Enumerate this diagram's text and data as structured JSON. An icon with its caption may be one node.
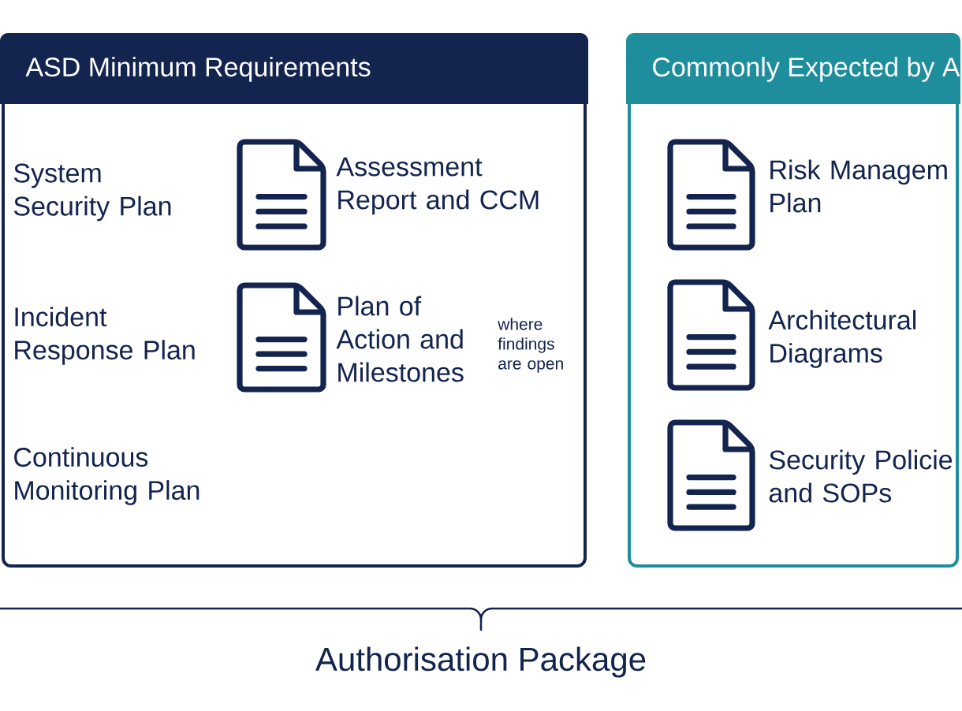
{
  "diagram": {
    "nodes": [
      {
        "text": [
          "ASD Minimum Requirements"
        ]
      },
      {
        "text": [
          "System Security Plan"
        ],
        "in": 0
      },
      {
        "text": [
          "Assessment Report and CCM"
        ],
        "in": 0
      },
      {
        "text": [
          "Incident Response Plan"
        ],
        "in": 0
      },
      {
        "text": [
          "Plan of Action and Milestones"
        ],
        "in": 0,
        "beside": [
          "where findings are open"
        ]
      },
      {
        "text": [
          "Continuous Monitoring Plan"
        ],
        "in": 0
      },
      {
        "text": [
          "Commonly Expected by A"
        ]
      },
      {
        "text": [
          "Risk Managem Plan"
        ],
        "in": 6
      },
      {
        "text": [
          "Architectural Diagrams"
        ],
        "in": 6
      },
      {
        "text": [
          "Security Policie and SOPs"
        ],
        "in": 6
      }
    ],
    "labels": [
      "Authorisation Package"
    ]
  }
}
